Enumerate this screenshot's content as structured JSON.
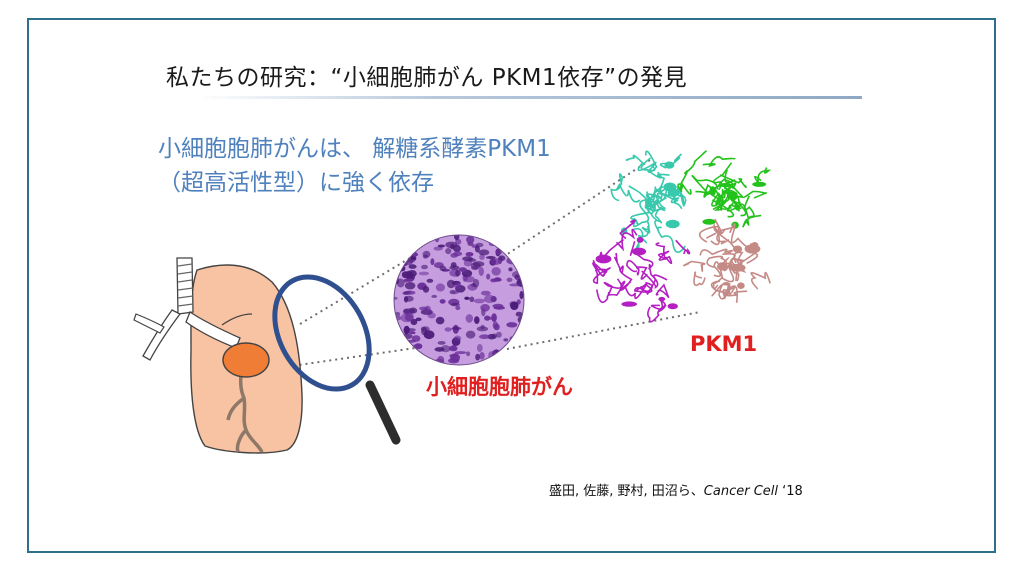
{
  "title": "私たちの研究：“小細胞肺がん PKM1依存”の発見",
  "main_claim": {
    "line1": "小細胞胞肺がんは、 解糖系酵素PKM1",
    "line2": "（超高活性型）に強く依存"
  },
  "labels": {
    "cancer": "小細胞胞肺がん",
    "protein": "PKM1"
  },
  "citation": {
    "authors": "盛田, 佐藤, 野村, 田沼ら、",
    "journal": "Cancer Cell",
    "year": " ‘18"
  },
  "colors": {
    "frame": "#2e6f8c",
    "claim_text": "#4f81bd",
    "label_red": "#e02020",
    "lung_fill": "#f7c3a2",
    "tumor": "#ef7d35",
    "magnifier": "#2f4f8f",
    "protein_green": "#22c21a",
    "protein_teal": "#38c9ad",
    "protein_magenta": "#b41fc2",
    "protein_pink": "#c48a86"
  }
}
